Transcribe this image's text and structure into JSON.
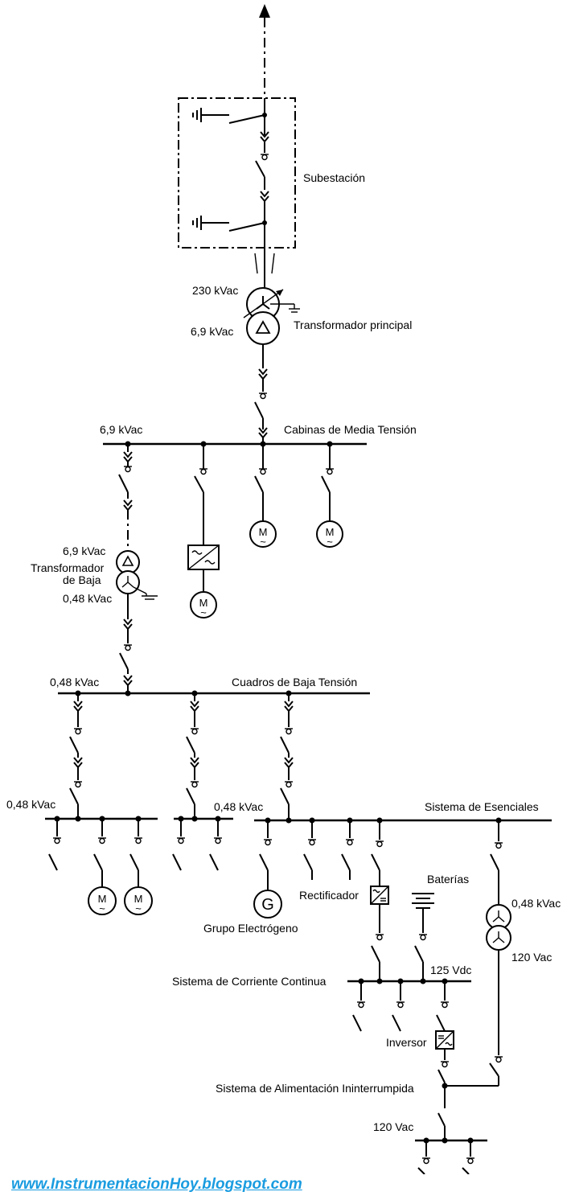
{
  "labels": {
    "substation": "Subestación",
    "hv_voltage": "230 kVac",
    "mv_voltage_main": "6,9 kVac",
    "main_transformer": "Transformador principal",
    "mv_bus_voltage": "6,9 kVac",
    "mv_bus": "Cabinas de Media Tensión",
    "low_tx_primary": "6,9 kVac",
    "low_tx_name_1": "Transformador",
    "low_tx_name_2": "de Baja",
    "low_tx_secondary": "0,48 kVac",
    "lv_bus_voltage": "0,48 kVac",
    "lv_bus": "Cuadros de Baja Tensión",
    "lv_sub_voltage": "0,48 kVac",
    "ess_voltage": "0,48 kVac",
    "essential_system": "Sistema de Esenciales",
    "rectifier": "Rectificador",
    "batteries": "Baterías",
    "ess_tx_primary": "0,48 kVac",
    "ess_tx_secondary": "120 Vac",
    "generator": "Grupo Electrógeno",
    "dc_system": "Sistema de Corriente Continua",
    "dc_voltage": "125 Vdc",
    "inverter": "Inversor",
    "ups_system": "Sistema de Alimentación Ininterrumpida",
    "ups_voltage": "120 Vac"
  },
  "symbols": {
    "motor": "M",
    "ac_tilde": "~",
    "generator": "G",
    "delta": "Δ"
  },
  "footer": {
    "url": "www.InstrumentacionHoy.blogspot.com"
  }
}
